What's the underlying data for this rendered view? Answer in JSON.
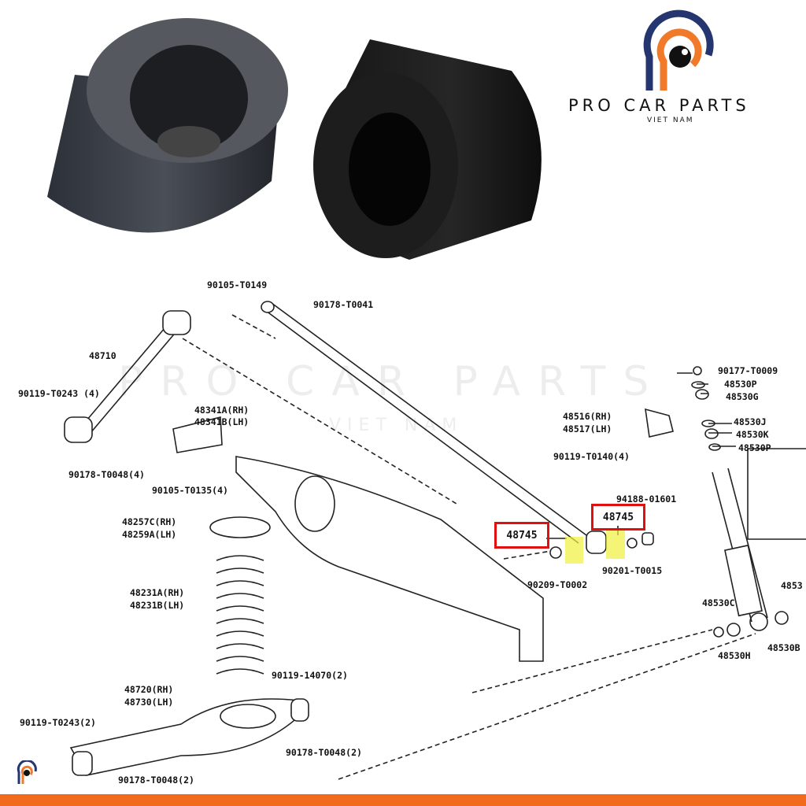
{
  "brand": {
    "name": "PRO CAR PARTS",
    "subtitle": "VIET NAM",
    "colors": {
      "navy": "#24356f",
      "orange": "#f07a2a",
      "bar": "#f26b1d",
      "highlight_box": "#e01010"
    }
  },
  "watermark": {
    "name": "PRO CAR PARTS",
    "subtitle": "VIET NAM"
  },
  "labels": {
    "l1": "90105-T0149",
    "l2": "90178-T0041",
    "l3": "48710",
    "l4": "90119-T0243 (4)",
    "l5a": "48341A(RH)",
    "l5b": "48341B(LH)",
    "l6": "90178-T0048(4)",
    "l7": "90105-T0135(4)",
    "l8a": "48257C(RH)",
    "l8b": "48259A(LH)",
    "l9a": "48231A(RH)",
    "l9b": "48231B(LH)",
    "l10": "90119-14070(2)",
    "l11a": "48720(RH)",
    "l11b": "48730(LH)",
    "l12": "90119-T0243(2)",
    "l13": "90178-T0048(2)",
    "l14": "90178-T0048(2)",
    "l15": "94188-01601",
    "l16": "90201-T0015",
    "l17": "90209-T0002",
    "l18a": "48516(RH)",
    "l18b": "48517(LH)",
    "l19": "90119-T0140(4)",
    "l20": "90177-T0009",
    "l21": "48530P",
    "l22": "48530G",
    "l23": "48530J",
    "l24": "48530K",
    "l25": "48530P",
    "l26": "48530C",
    "l27": "48530H",
    "l28": "48530B",
    "l29": "4853"
  },
  "highlighted_parts": [
    "48745",
    "48745"
  ]
}
